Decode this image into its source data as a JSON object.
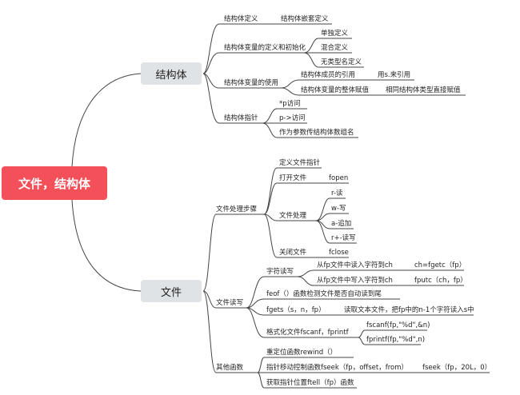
{
  "root": "文件，结构体",
  "struct": {
    "title": "结构体",
    "def": "结构体定义",
    "nested": "结构体嵌套定义",
    "var_init": "结构体变量的定义和初始化",
    "single_def": "单独定义",
    "mixed_def": "混合定义",
    "anon_def": "无类型名定义",
    "usage": "结构体变量的使用",
    "member_ref": "结构体成员的引用",
    "member_ref_note": "用s.来引用",
    "whole_assign": "结构体变量的整体赋值",
    "whole_assign_note": "相同结构体类型直接赋值",
    "pointer": "结构体指针",
    "ptr_deref": "*p访问",
    "ptr_arrow": "p->访问",
    "ptr_param": "作为参数传结构体数组名"
  },
  "file": {
    "title": "文件",
    "steps": "文件处理步骤",
    "def_ptr": "定义文件指针",
    "open": "打开文件",
    "fopen": "fopen",
    "process": "文件处理",
    "r": "r-读",
    "w": "w-写",
    "a": "a-追加",
    "rplus": "r+-读写",
    "close": "关闭文件",
    "fclose": "fclose",
    "rw": "文件读写",
    "char_rw": "字符读写",
    "read_char": "从fp文件中读入字符到ch",
    "fgetc": "ch=fgetc（fp）",
    "write_char": "从fp文件中写入字符到ch",
    "fputc": "fputc（ch，fp）",
    "feof": "feof（）函数检测文件是否自动读到尾",
    "fgets": "fgets（s，n，fp）",
    "fgets_note": "读取文本文件，把fp中的n-1个字符读入s中",
    "formatted": "格式化文件fscanf，fprintf",
    "fscanf": "fscanf(fp,\"%d\",&n)",
    "fprintf": "fprintf(fp,\"%d\",n)",
    "other": "其他函数",
    "rewind": "重定位函数rewind（）",
    "fseek_desc": "指针移动控制函数fseek（fp，offset，from）",
    "fseek_ex": "fseek（fp，20L，0）",
    "ftell": "获取指针位置ftell（fp）函数"
  },
  "colors": {
    "root": "#f4505a",
    "main": "#dfe3e6",
    "line": "#444444"
  }
}
